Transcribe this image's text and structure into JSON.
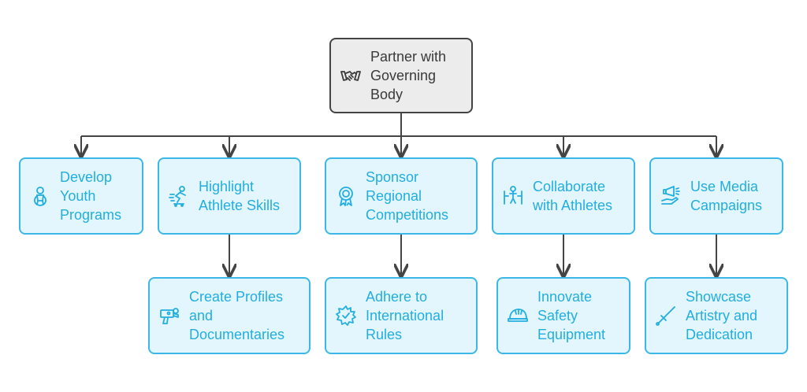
{
  "root": {
    "label_lines": [
      "Partner with",
      "Governing",
      "Body"
    ],
    "icon": "handshake-icon"
  },
  "nodes": [
    {
      "id": "develop-youth-programs",
      "label_lines": [
        "Develop",
        "Youth",
        "Programs"
      ],
      "icon": "jump-rope-kid-icon"
    },
    {
      "id": "highlight-athlete-skills",
      "label_lines": [
        "Highlight",
        "Athlete Skills"
      ],
      "icon": "skater-icon"
    },
    {
      "id": "sponsor-regional-competitions",
      "label_lines": [
        "Sponsor",
        "Regional",
        "Competitions"
      ],
      "icon": "award-badge-icon"
    },
    {
      "id": "collaborate-with-athletes",
      "label_lines": [
        "Collaborate",
        "with Athletes"
      ],
      "icon": "athlete-podium-icon"
    },
    {
      "id": "use-media-campaigns",
      "label_lines": [
        "Use Media",
        "Campaigns"
      ],
      "icon": "megaphone-hand-icon"
    },
    {
      "id": "create-profiles-documentaries",
      "label_lines": [
        "Create Profiles",
        "and",
        "Documentaries"
      ],
      "icon": "video-camera-icon"
    },
    {
      "id": "adhere-international-rules",
      "label_lines": [
        "Adhere to",
        "International",
        "Rules"
      ],
      "icon": "gear-check-icon"
    },
    {
      "id": "innovate-safety-equipment",
      "label_lines": [
        "Innovate",
        "Safety",
        "Equipment"
      ],
      "icon": "helmet-icon"
    },
    {
      "id": "showcase-artistry-dedication",
      "label_lines": [
        "Showcase",
        "Artistry and",
        "Dedication"
      ],
      "icon": "fencing-sword-icon"
    }
  ],
  "edges": [
    [
      "root",
      "develop-youth-programs"
    ],
    [
      "root",
      "highlight-athlete-skills"
    ],
    [
      "root",
      "sponsor-regional-competitions"
    ],
    [
      "root",
      "collaborate-with-athletes"
    ],
    [
      "root",
      "use-media-campaigns"
    ],
    [
      "highlight-athlete-skills",
      "create-profiles-documentaries"
    ],
    [
      "sponsor-regional-competitions",
      "adhere-international-rules"
    ],
    [
      "collaborate-with-athletes",
      "innovate-safety-equipment"
    ],
    [
      "use-media-campaigns",
      "showcase-artistry-dedication"
    ]
  ],
  "colors": {
    "accent": "#22aee0",
    "border": "#3bb8e6",
    "fill": "#e3f6fd",
    "root_fill": "#ececec",
    "root_border": "#444444",
    "line": "#444444"
  }
}
